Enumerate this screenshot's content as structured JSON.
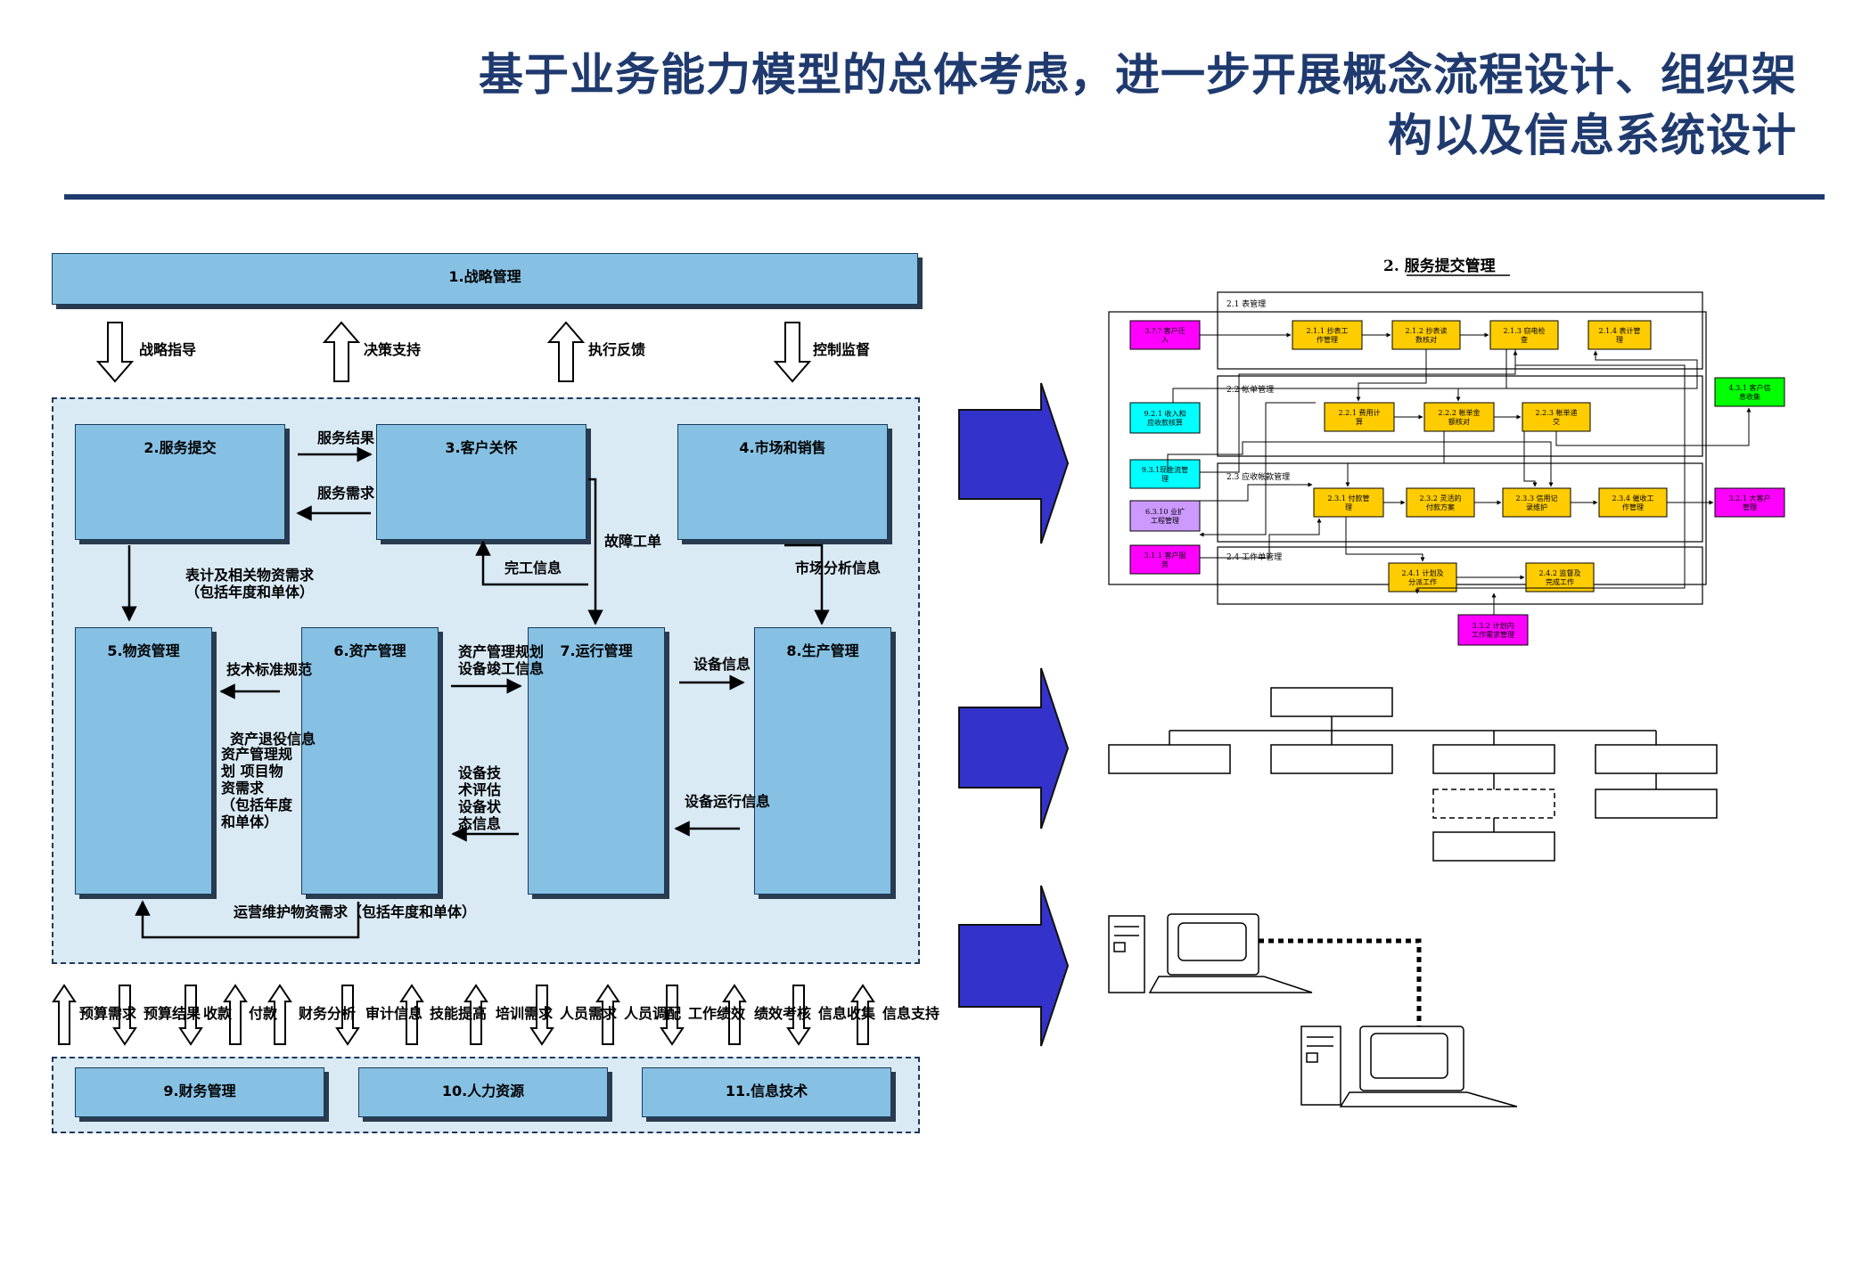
{
  "title": {
    "line1": "基于业务能力模型的总体考虑，进一步开展概念流程设计、组织架",
    "line2": "构以及信息系统设计"
  },
  "left_diagram": {
    "boxes": {
      "strategy": "1.战略管理",
      "service": "2.服务提交",
      "customer": "3.客户关怀",
      "market": "4.市场和销售",
      "material": "5.物资管理",
      "asset": "6.资产管理",
      "operation": "7.运行管理",
      "production": "8.生产管理",
      "finance": "9.财务管理",
      "hr": "10.人力资源",
      "it": "11.信息技术"
    },
    "top_arrows": [
      "战略指导",
      "决策支持",
      "执行反馈",
      "控制监督"
    ],
    "labels": {
      "service_result": "服务结果",
      "service_demand": "服务需求",
      "meter_material": "表计及相关物资需求",
      "meter_material_sub": "（包括年度和单体）",
      "completion_info": "完工信息",
      "fault_ticket": "故障工单",
      "market_analysis": "市场分析信息",
      "tech_spec": "技术标准规范",
      "asset_retire": "资产退役信息",
      "asset_plan_project": "资产管理规划 项目物资需求 （包括年度和单体）",
      "asset_plan_complete": "资产管理规划 设备竣工信息",
      "device_eval": "设备技术评估设备状态信息",
      "device_info": "设备信息",
      "device_run_info": "设备运行信息",
      "maintenance_material": "运营维护物资需求（包括年度和单体）"
    },
    "bottom_labels": [
      "预算需求",
      "预算结果",
      "收款",
      "付款",
      "财务分析",
      "审计信息",
      "技能提高",
      "培训需求",
      "人员需求",
      "人员调配",
      "工作绩效",
      "绩效考核",
      "信息收集",
      "信息支持"
    ]
  },
  "process_map": {
    "title": "2. 服务提交管理",
    "groups": [
      "2.1 表管理",
      "2.2 帐单管理",
      "2.3 应收帐款管理",
      "2.4 工作单管理"
    ],
    "yellow": [
      "2.1.1 抄表工作管理",
      "2.1.2 抄表读数核对",
      "2.1.3 窃电检查",
      "2.1.4 表计管理",
      "2.2.1 费用计算",
      "2.2.2 帐单金额核对",
      "2.2.3 帐单递交",
      "2.3.1 付款管理",
      "2.3.2 灵活的付款方案",
      "2.3.3 信用记录维护",
      "2.3.4 催收工作管理",
      "2.4.1 计划及分派工作",
      "2.4.2 监督及完成工作"
    ],
    "external": [
      {
        "label": "3.?.? 客户迁入",
        "color": "#ff00ff"
      },
      {
        "label": "9.2.1 收入和应收款核算",
        "color": "#00ffff"
      },
      {
        "label": "9.3.1现金流管理",
        "color": "#00ffff"
      },
      {
        "label": "6.3.10 业扩工程管理",
        "color": "#cc99ff"
      },
      {
        "label": "3.1.1 客户服务",
        "color": "#ff00ff"
      },
      {
        "label": "4.3.1 客户信息收集",
        "color": "#00ff00"
      },
      {
        "label": "3.2.1 大客户管理",
        "color": "#ff00ff"
      },
      {
        "label": "3.3.2 计划内工作需求管理",
        "color": "#ff00ff"
      }
    ]
  }
}
